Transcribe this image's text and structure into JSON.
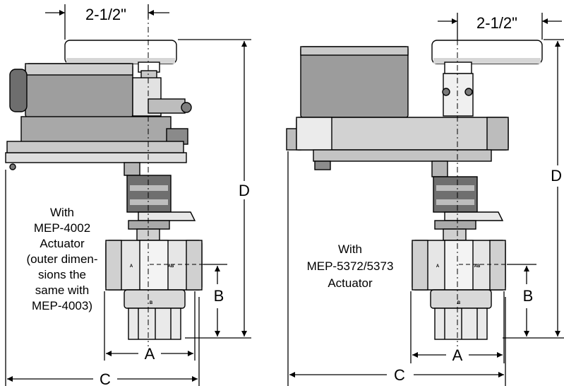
{
  "left": {
    "top_dim": "2-1/2\"",
    "dim_a": "A",
    "dim_b": "B",
    "dim_c": "C",
    "dim_d": "D",
    "note_lines": [
      "With",
      "MEP-4002",
      "Actuator",
      "(outer dimen-",
      "sions the",
      "same with",
      "MEP-4003)"
    ],
    "port_a": "A",
    "port_ab": "AB",
    "port_b": "B"
  },
  "right": {
    "top_dim": "2-1/2\"",
    "dim_a": "A",
    "dim_b": "B",
    "dim_c": "C",
    "dim_d": "D",
    "note_lines": [
      "With",
      "MEP-5372/5373",
      "Actuator"
    ],
    "port_a": "A",
    "port_ab": "AB",
    "port_b": "B"
  }
}
